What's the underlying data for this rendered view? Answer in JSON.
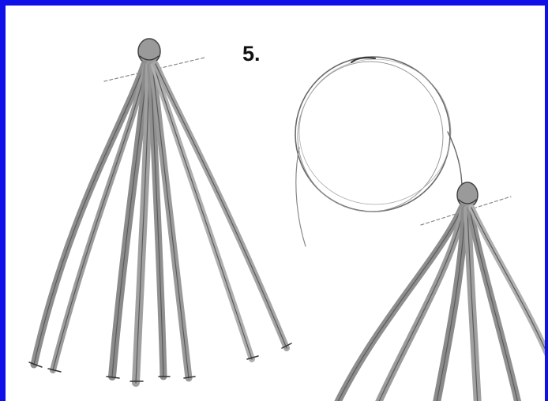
{
  "illustration": {
    "step_label": "5.",
    "border_color": "#1010e8",
    "ink_color": "#555555",
    "icons": [
      "tassel-drawing",
      "wire-loop-drawing"
    ]
  }
}
